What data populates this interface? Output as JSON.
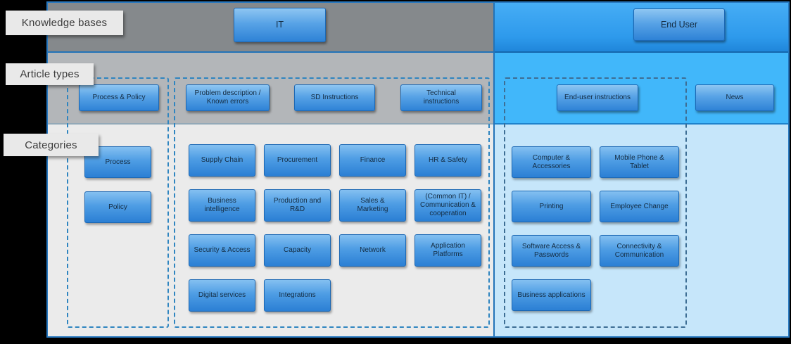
{
  "row_labels": {
    "knowledge_bases": "Knowledge bases",
    "article_types": "Article types",
    "categories": "Categories"
  },
  "knowledge_bases": [
    {
      "label": "IT"
    },
    {
      "label": "End User"
    }
  ],
  "article_types": [
    {
      "label": "Process & Policy"
    },
    {
      "label": "Problem description / Known errors"
    },
    {
      "label": "SD Instructions"
    },
    {
      "label": "Technical instructions"
    },
    {
      "label": "End-user instructions"
    },
    {
      "label": "News"
    }
  ],
  "categories": {
    "process_policy": [
      "Process",
      "Policy"
    ],
    "it": [
      "Supply Chain",
      "Procurement",
      "Finance",
      "HR & Safety",
      "Business intelligence",
      "Production and R&D",
      "Sales & Marketing",
      "(Common IT) / Communication & cooperation",
      "Security & Access",
      "Capacity",
      "Network",
      "Application Platforms",
      "Digital services",
      "Integrations"
    ],
    "end_user": [
      "Computer & Accessories",
      "Mobile Phone & Tablet",
      "Printing",
      "Employee Change",
      "Software Access & Passwords",
      "Connectivity & Communication",
      "Business applications"
    ]
  },
  "colors": {
    "panel_border": "#2778c0",
    "it_kb_band": "#85898c",
    "it_article_band": "#b3b6b9",
    "it_categories_band": "#ebebeb",
    "eu_kb_band": "#2e9aec",
    "eu_article_band": "#41b7fa",
    "eu_categories_band": "#c6e6fa",
    "button_top": "#8ec6f2",
    "button_bottom": "#2e82d6",
    "dashed_border": "#2f85c0",
    "background": "#000000"
  }
}
